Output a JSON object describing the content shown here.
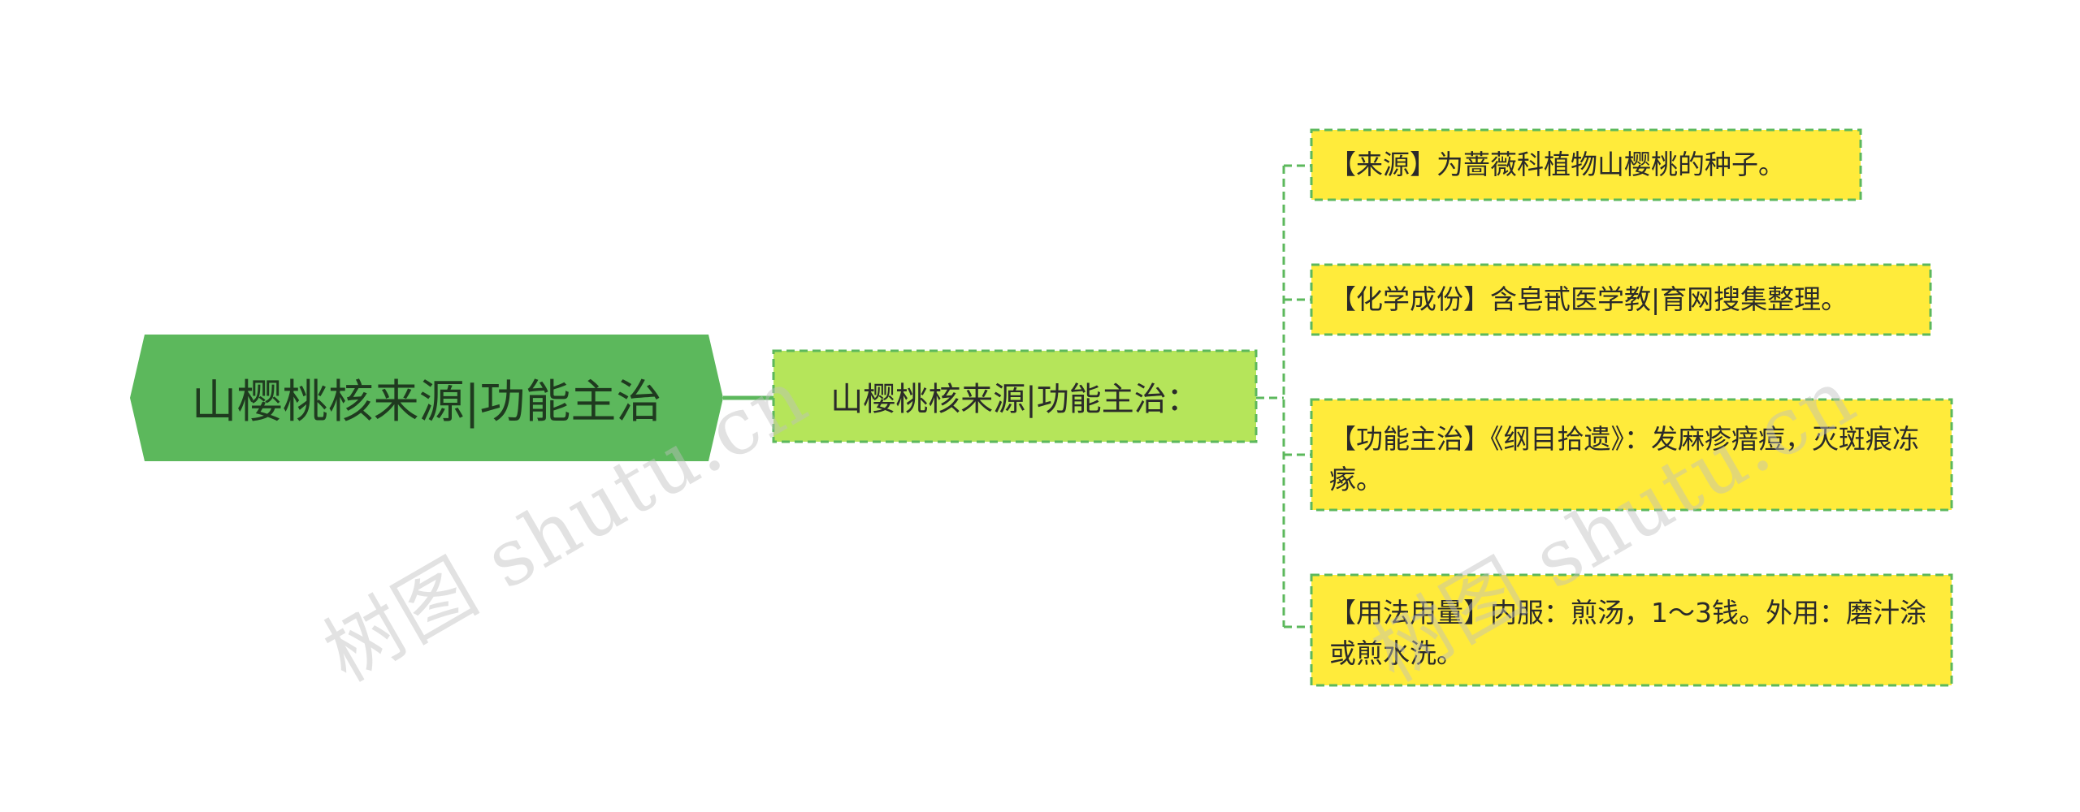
{
  "root": {
    "label": "山樱桃核来源|功能主治"
  },
  "branch": {
    "label": "山樱桃核来源|功能主治："
  },
  "leaves": [
    {
      "label": "【来源】为蔷薇科植物山樱桃的种子。"
    },
    {
      "label": "【化学成份】含皂甙医学教|育网搜集整理。"
    },
    {
      "label": "【功能主治】《纲目拾遗》：发麻疹瘖痘，灭斑痕冻瘃。"
    },
    {
      "label": "【用法用量】内服：煎汤，1～3钱。外用：磨汁涂或煎水洗。"
    }
  ],
  "watermark": {
    "text": "树图 shutu.cn"
  },
  "colors": {
    "root_fill": "#5cb85c",
    "branch_fill": "#b5e55a",
    "leaf_fill": "#ffeb3b",
    "connector": "#5cb85c"
  }
}
